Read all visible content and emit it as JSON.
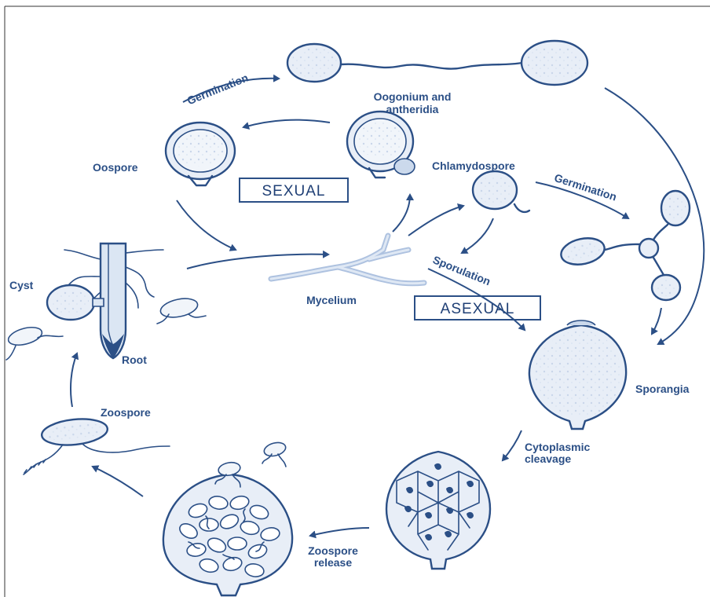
{
  "phases": {
    "sexual": "SEXUAL",
    "asexual": "ASEXUAL"
  },
  "labels": {
    "germination_top": "Germination",
    "oogonium_line1": "Oogonium and",
    "oogonium_line2": "antheridia",
    "oospore": "Oospore",
    "chlamydospore": "Chlamydospore",
    "germination_right": "Germination",
    "sporulation": "Sporulation",
    "mycelium": "Mycelium",
    "cyst": "Cyst",
    "root": "Root",
    "sporangia": "Sporangia",
    "zoospore": "Zoospore",
    "cytoplasmic_line1": "Cytoplasmic",
    "cytoplasmic_line2": "cleavage",
    "release_line1": "Zoospore",
    "release_line2": "release"
  },
  "colors": {
    "ink": "#2b4f86",
    "fill": "#e8eef7",
    "accent": "#cbd9ec"
  }
}
